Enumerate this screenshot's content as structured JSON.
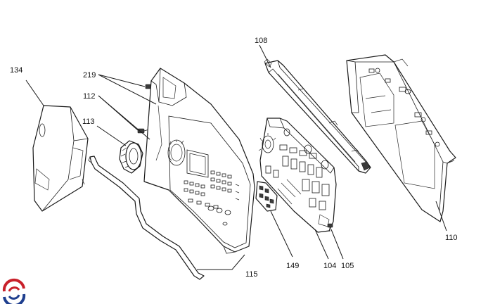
{
  "callouts": {
    "c134": "134",
    "c219": "219",
    "c112": "112",
    "c113": "113",
    "c115": "115",
    "c108": "108",
    "c149": "149",
    "c104": "104",
    "c105": "105",
    "c110": "110"
  },
  "logo": {
    "icon": "brand-swirl-icon",
    "colors": [
      "#c8202a",
      "#1f3f8f"
    ]
  }
}
